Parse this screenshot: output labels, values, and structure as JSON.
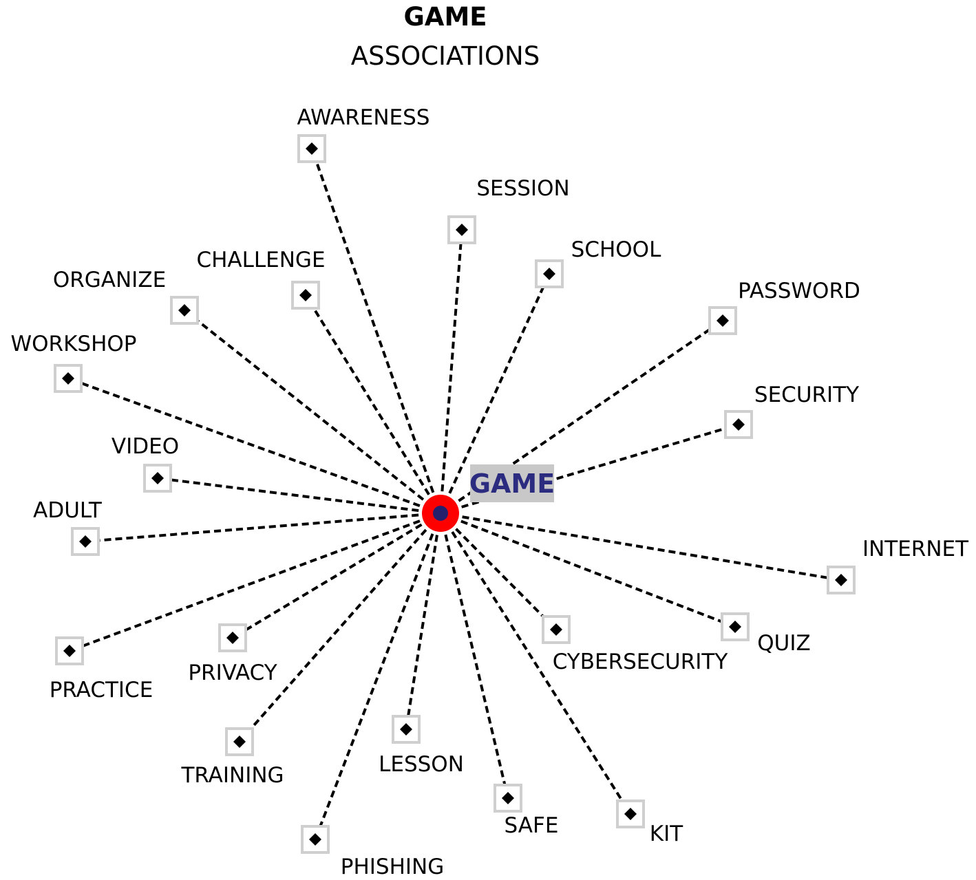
{
  "title": {
    "main": "GAME",
    "sub": "ASSOCIATIONS"
  },
  "center": {
    "label": "GAME",
    "label_color": "#2b2b7f",
    "label_bg": "#c8c8c8",
    "outer_color": "#ff0000",
    "inner_color": "#25206e"
  },
  "nodes": [
    {
      "id": "awareness",
      "label": "AWARENESS"
    },
    {
      "id": "session",
      "label": "SESSION"
    },
    {
      "id": "school",
      "label": "SCHOOL"
    },
    {
      "id": "password",
      "label": "PASSWORD"
    },
    {
      "id": "security",
      "label": "SECURITY"
    },
    {
      "id": "internet",
      "label": "INTERNET"
    },
    {
      "id": "quiz",
      "label": "QUIZ"
    },
    {
      "id": "cybersecurity",
      "label": "CYBERSECURITY"
    },
    {
      "id": "kit",
      "label": "KIT"
    },
    {
      "id": "safe",
      "label": "SAFE"
    },
    {
      "id": "lesson",
      "label": "LESSON"
    },
    {
      "id": "phishing",
      "label": "PHISHING"
    },
    {
      "id": "training",
      "label": "TRAINING"
    },
    {
      "id": "privacy",
      "label": "PRIVACY"
    },
    {
      "id": "practice",
      "label": "PRACTICE"
    },
    {
      "id": "adult",
      "label": "ADULT"
    },
    {
      "id": "video",
      "label": "VIDEO"
    },
    {
      "id": "workshop",
      "label": "WORKSHOP"
    },
    {
      "id": "organize",
      "label": "ORGANIZE"
    },
    {
      "id": "challenge",
      "label": "CHALLENGE"
    }
  ]
}
